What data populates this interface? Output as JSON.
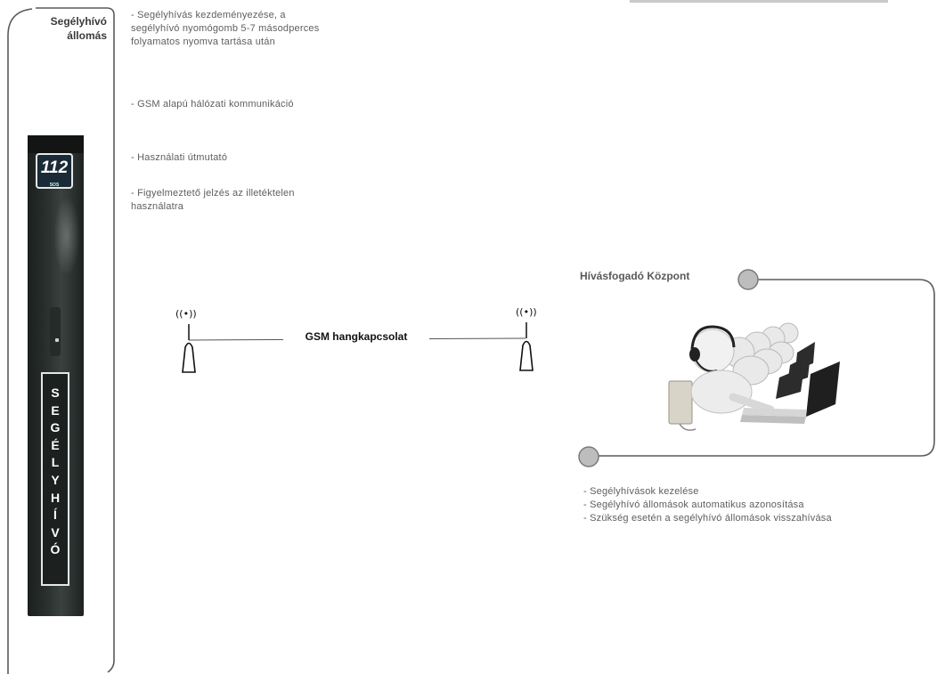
{
  "station": {
    "title_line1": "Segélyhívó",
    "title_line2": "állomás",
    "pole_number": "112",
    "pole_number_sub": "SOS",
    "pole_letters": [
      "S",
      "E",
      "G",
      "É",
      "L",
      "Y",
      "H",
      "Í",
      "V",
      "Ó"
    ]
  },
  "features": [
    "- Segélyhívás kezdeményezése, a segélyhívó nyomógomb 5-7 másodperces folyamatos nyomva tartása után",
    "- GSM alapú hálózati kommunikáció",
    "- Használati útmutató",
    "- Figyelmeztető jelzés az illetéktelen használatra"
  ],
  "link": {
    "label": "GSM hangkapcsolat",
    "wave_symbol": "((•))"
  },
  "center": {
    "title": "Hívásfogadó Központ",
    "illustration_icon": "call-center-operators",
    "descriptions": [
      "- Segélyhívások kezelése",
      "- Segélyhívó állomások automatikus azonosítása",
      "- Szükség esetén a segélyhívó állomások visszahívása"
    ]
  },
  "colors": {
    "frame": "#5a5a5a",
    "node_fill": "#bdbdbd",
    "pole": "#2a302f",
    "text": "#5e5e5e"
  }
}
